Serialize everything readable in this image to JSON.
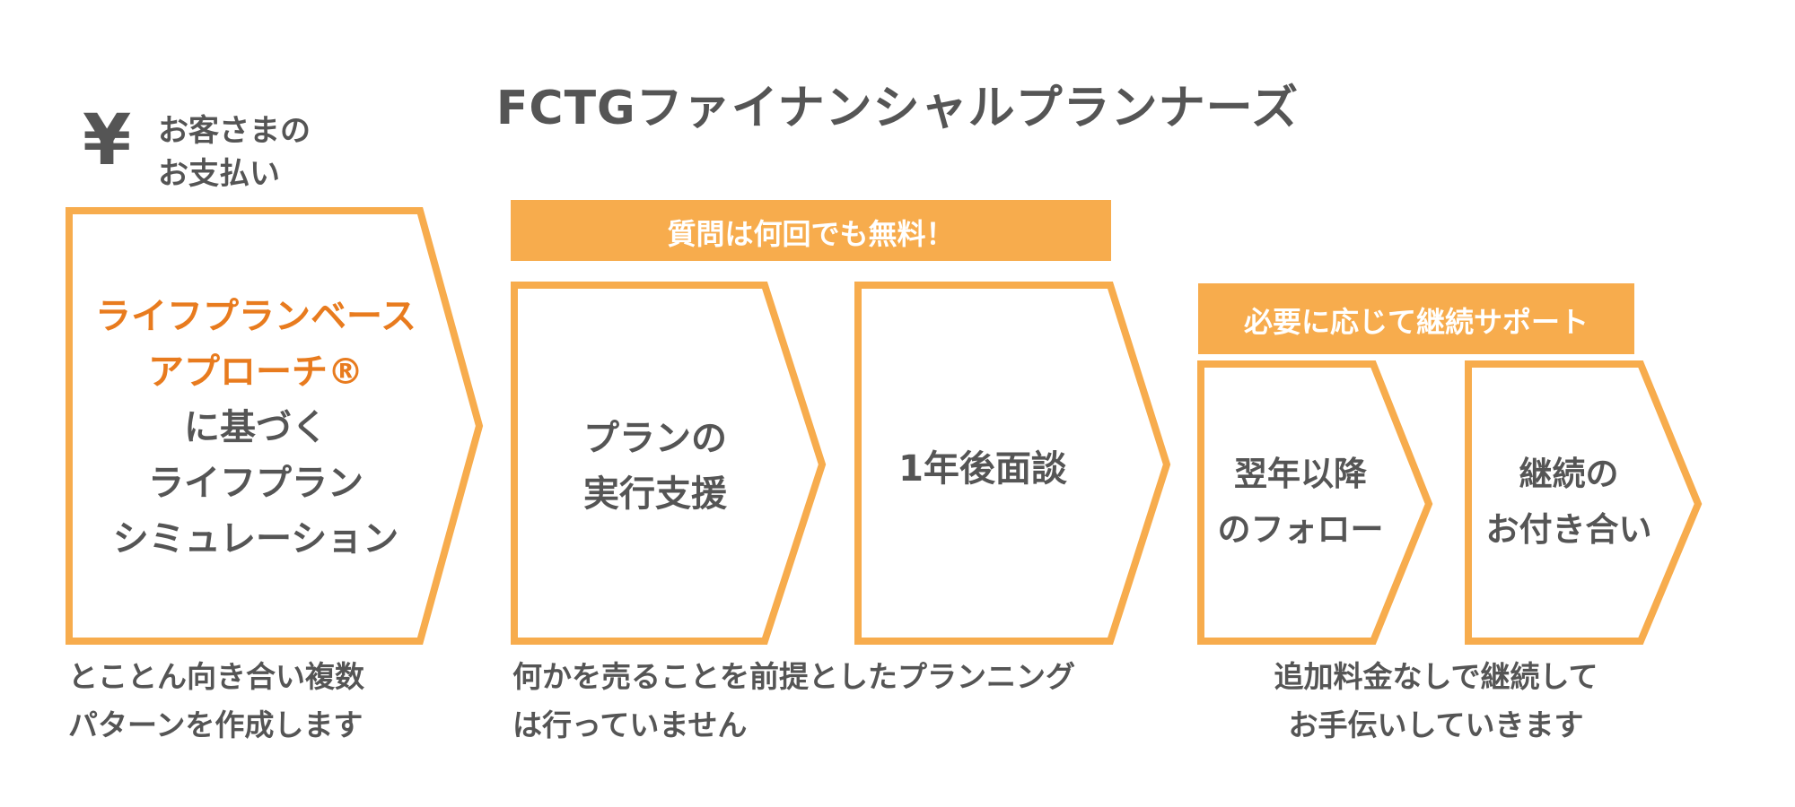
{
  "title": "FCTGファイナンシャルプランナーズ",
  "payment": {
    "icon": "yen-icon",
    "symbol": "¥",
    "line1": "お客さまの",
    "line2": "お支払い"
  },
  "colors": {
    "border": "#F7AC4D",
    "banner": "#F7AC4D",
    "accent_text": "#E87B1E",
    "text": "#555555"
  },
  "step1": {
    "highlight1": "ライフプランベース",
    "highlight2": "アプローチ®",
    "line3": "に基づく",
    "line4": "ライフプラン",
    "line5": "シミュレーション",
    "caption1": "とことん向き合い複数",
    "caption2": "パターンを作成します"
  },
  "banner1": "質問は何回でも無料！",
  "step2": {
    "line1": "プランの",
    "line2": "実行支援"
  },
  "step3": {
    "line1": "1年後面談"
  },
  "caption_middle": {
    "line1": "何かを売ることを前提としたプランニング",
    "line2": "は行っていません"
  },
  "banner2": "必要に応じて継続サポート",
  "step4": {
    "line1": "翌年以降",
    "line2": "のフォロー"
  },
  "step5": {
    "line1": "継続の",
    "line2": "お付き合い"
  },
  "caption_right": {
    "line1": "追加料金なしで継続して",
    "line2": "お手伝いしていきます"
  }
}
